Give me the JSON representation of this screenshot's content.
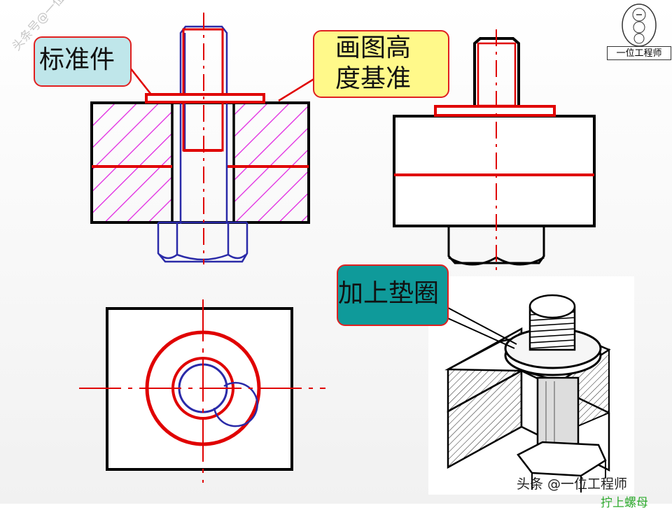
{
  "labels": {
    "standard_part": "标准件",
    "height_datum_line1": "画图高",
    "height_datum_line2": "度基准",
    "add_washer": "加上垫圈"
  },
  "logo": {
    "text": "一位工程师"
  },
  "watermarks": {
    "diagonal": "头条号@一位工程师",
    "bottom": "头条 @一位工程师",
    "cut_caption": "拧上螺母"
  },
  "colors": {
    "outline": "#000000",
    "datum_red": "#e00000",
    "bolt_blue": "#2a2aa8",
    "hatch_magenta": "#e020e0",
    "callout_cyan": "#bfe6ea",
    "callout_yellow": "#fff98a",
    "callout_teal": "#0f9a9a"
  }
}
